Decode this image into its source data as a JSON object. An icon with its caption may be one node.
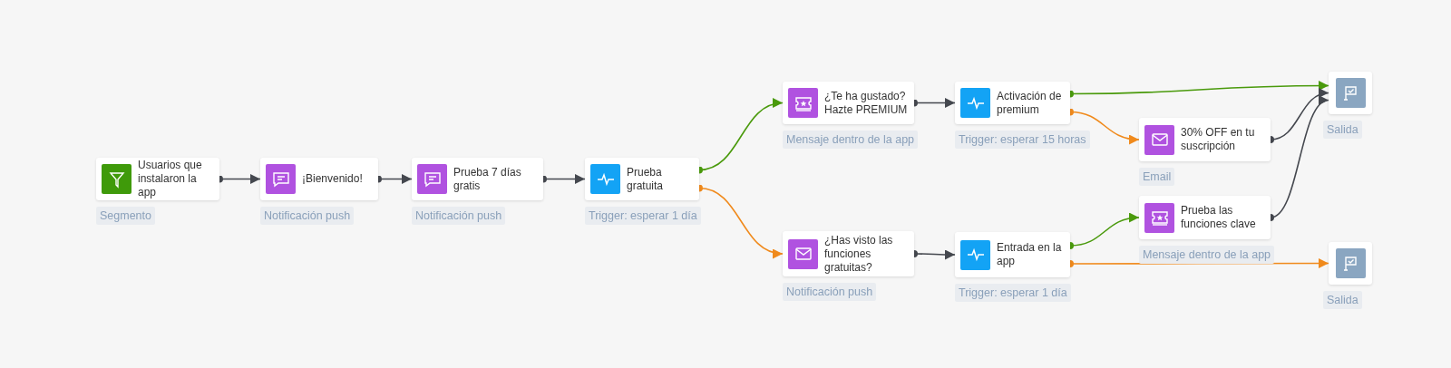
{
  "diagram": {
    "nodes": [
      {
        "text": [
          "Usuarios que instalaron la app"
        ],
        "beside": [
          "Segmento"
        ]
      },
      {
        "text": [
          "¡Bienvenido!"
        ],
        "beside": [
          "Notificación push"
        ]
      },
      {
        "text": [
          "Prueba 7 días gratis"
        ],
        "beside": [
          "Notificación push"
        ]
      },
      {
        "text": [
          "Prueba gratuita"
        ],
        "beside": [
          "Trigger: esperar 1 día"
        ]
      },
      {
        "text": [
          "¿Te ha gustado? Hazte PREMIUM"
        ],
        "beside": [
          "Mensaje dentro de la app"
        ]
      },
      {
        "text": [
          "Activación de premium"
        ],
        "beside": [
          "Trigger: esperar 15 horas"
        ]
      },
      {
        "text": [
          "¿Has visto las funciones gratuitas?"
        ],
        "beside": [
          "Notificación push"
        ]
      },
      {
        "text": [
          "Entrada en la app"
        ],
        "beside": [
          "Trigger: esperar 1 día"
        ]
      },
      {
        "text": [
          "30% OFF en tu suscripción"
        ],
        "beside": [
          "Email"
        ]
      },
      {
        "text": [
          "Prueba las funciones clave"
        ],
        "beside": [
          "Mensaje dentro de la app"
        ]
      },
      {
        "text": [],
        "shape": "box",
        "beside": [
          "Salida"
        ]
      },
      {
        "text": [],
        "shape": "box",
        "beside": [
          "Salida"
        ]
      }
    ],
    "edges": [
      {
        "from": 0,
        "to": 1,
        "arrow": "to"
      },
      {
        "from": 1,
        "to": 2,
        "arrow": "to"
      },
      {
        "from": 2,
        "to": 3,
        "arrow": "to"
      },
      {
        "from": 3,
        "to": 4,
        "arrow": "to",
        "color": "#4a9a0c"
      },
      {
        "from": 3,
        "to": 6,
        "arrow": "to",
        "color": "#f08a1c"
      },
      {
        "from": 4,
        "to": 5,
        "arrow": "to"
      },
      {
        "from": 6,
        "to": 7,
        "arrow": "to"
      },
      {
        "from": 5,
        "to": 10,
        "arrow": "to",
        "color": "#4a9a0c"
      },
      {
        "from": 5,
        "to": 8,
        "arrow": "to",
        "color": "#f08a1c"
      },
      {
        "from": 7,
        "to": 9,
        "arrow": "to",
        "color": "#4a9a0c"
      },
      {
        "from": 7,
        "to": 11,
        "arrow": "to",
        "color": "#f08a1c"
      },
      {
        "from": 8,
        "to": 10,
        "arrow": "to"
      },
      {
        "from": 9,
        "to": 10,
        "arrow": "to"
      }
    ]
  }
}
